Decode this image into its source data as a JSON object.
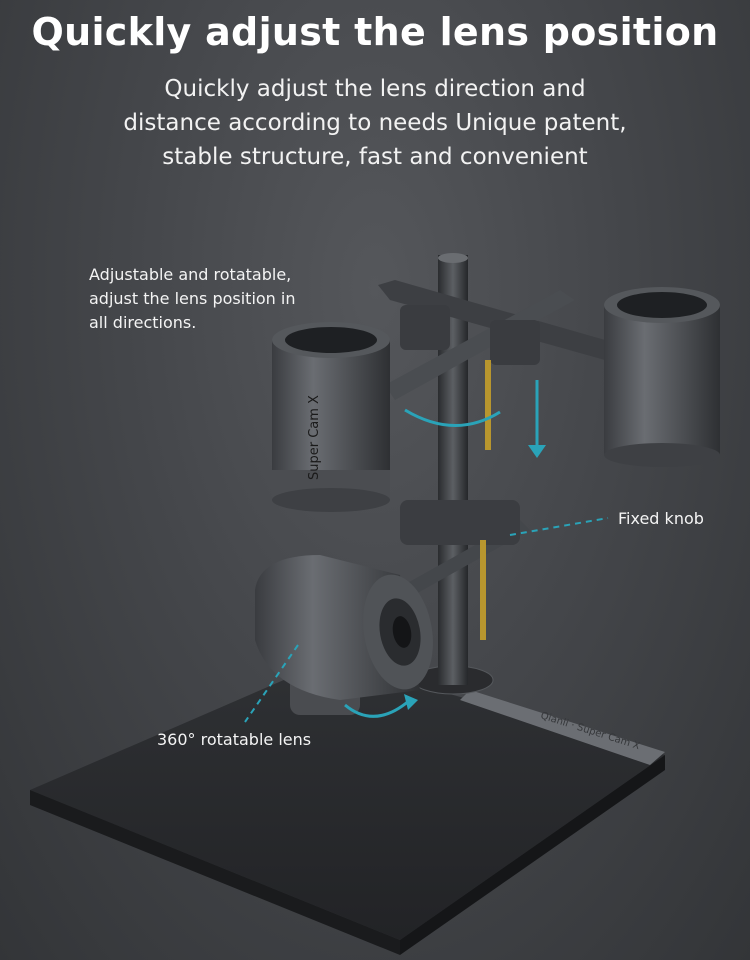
{
  "header": {
    "title": "Quickly adjust the lens position",
    "subtitle_lines": [
      "Quickly adjust the lens direction and",
      "distance according to needs Unique patent,",
      "stable structure, fast and convenient"
    ]
  },
  "callouts": {
    "adjustable": [
      "Adjustable and rotatable,",
      "adjust the lens position in",
      "all directions."
    ],
    "fixed_knob": "Fixed knob",
    "rotatable_lens": "360° rotatable lens"
  },
  "product": {
    "camera_label": "Super Cam X",
    "base_label": "Qianli · Super Cam X"
  },
  "colors": {
    "accent": "#2aa3b8",
    "background": "#45474b"
  }
}
